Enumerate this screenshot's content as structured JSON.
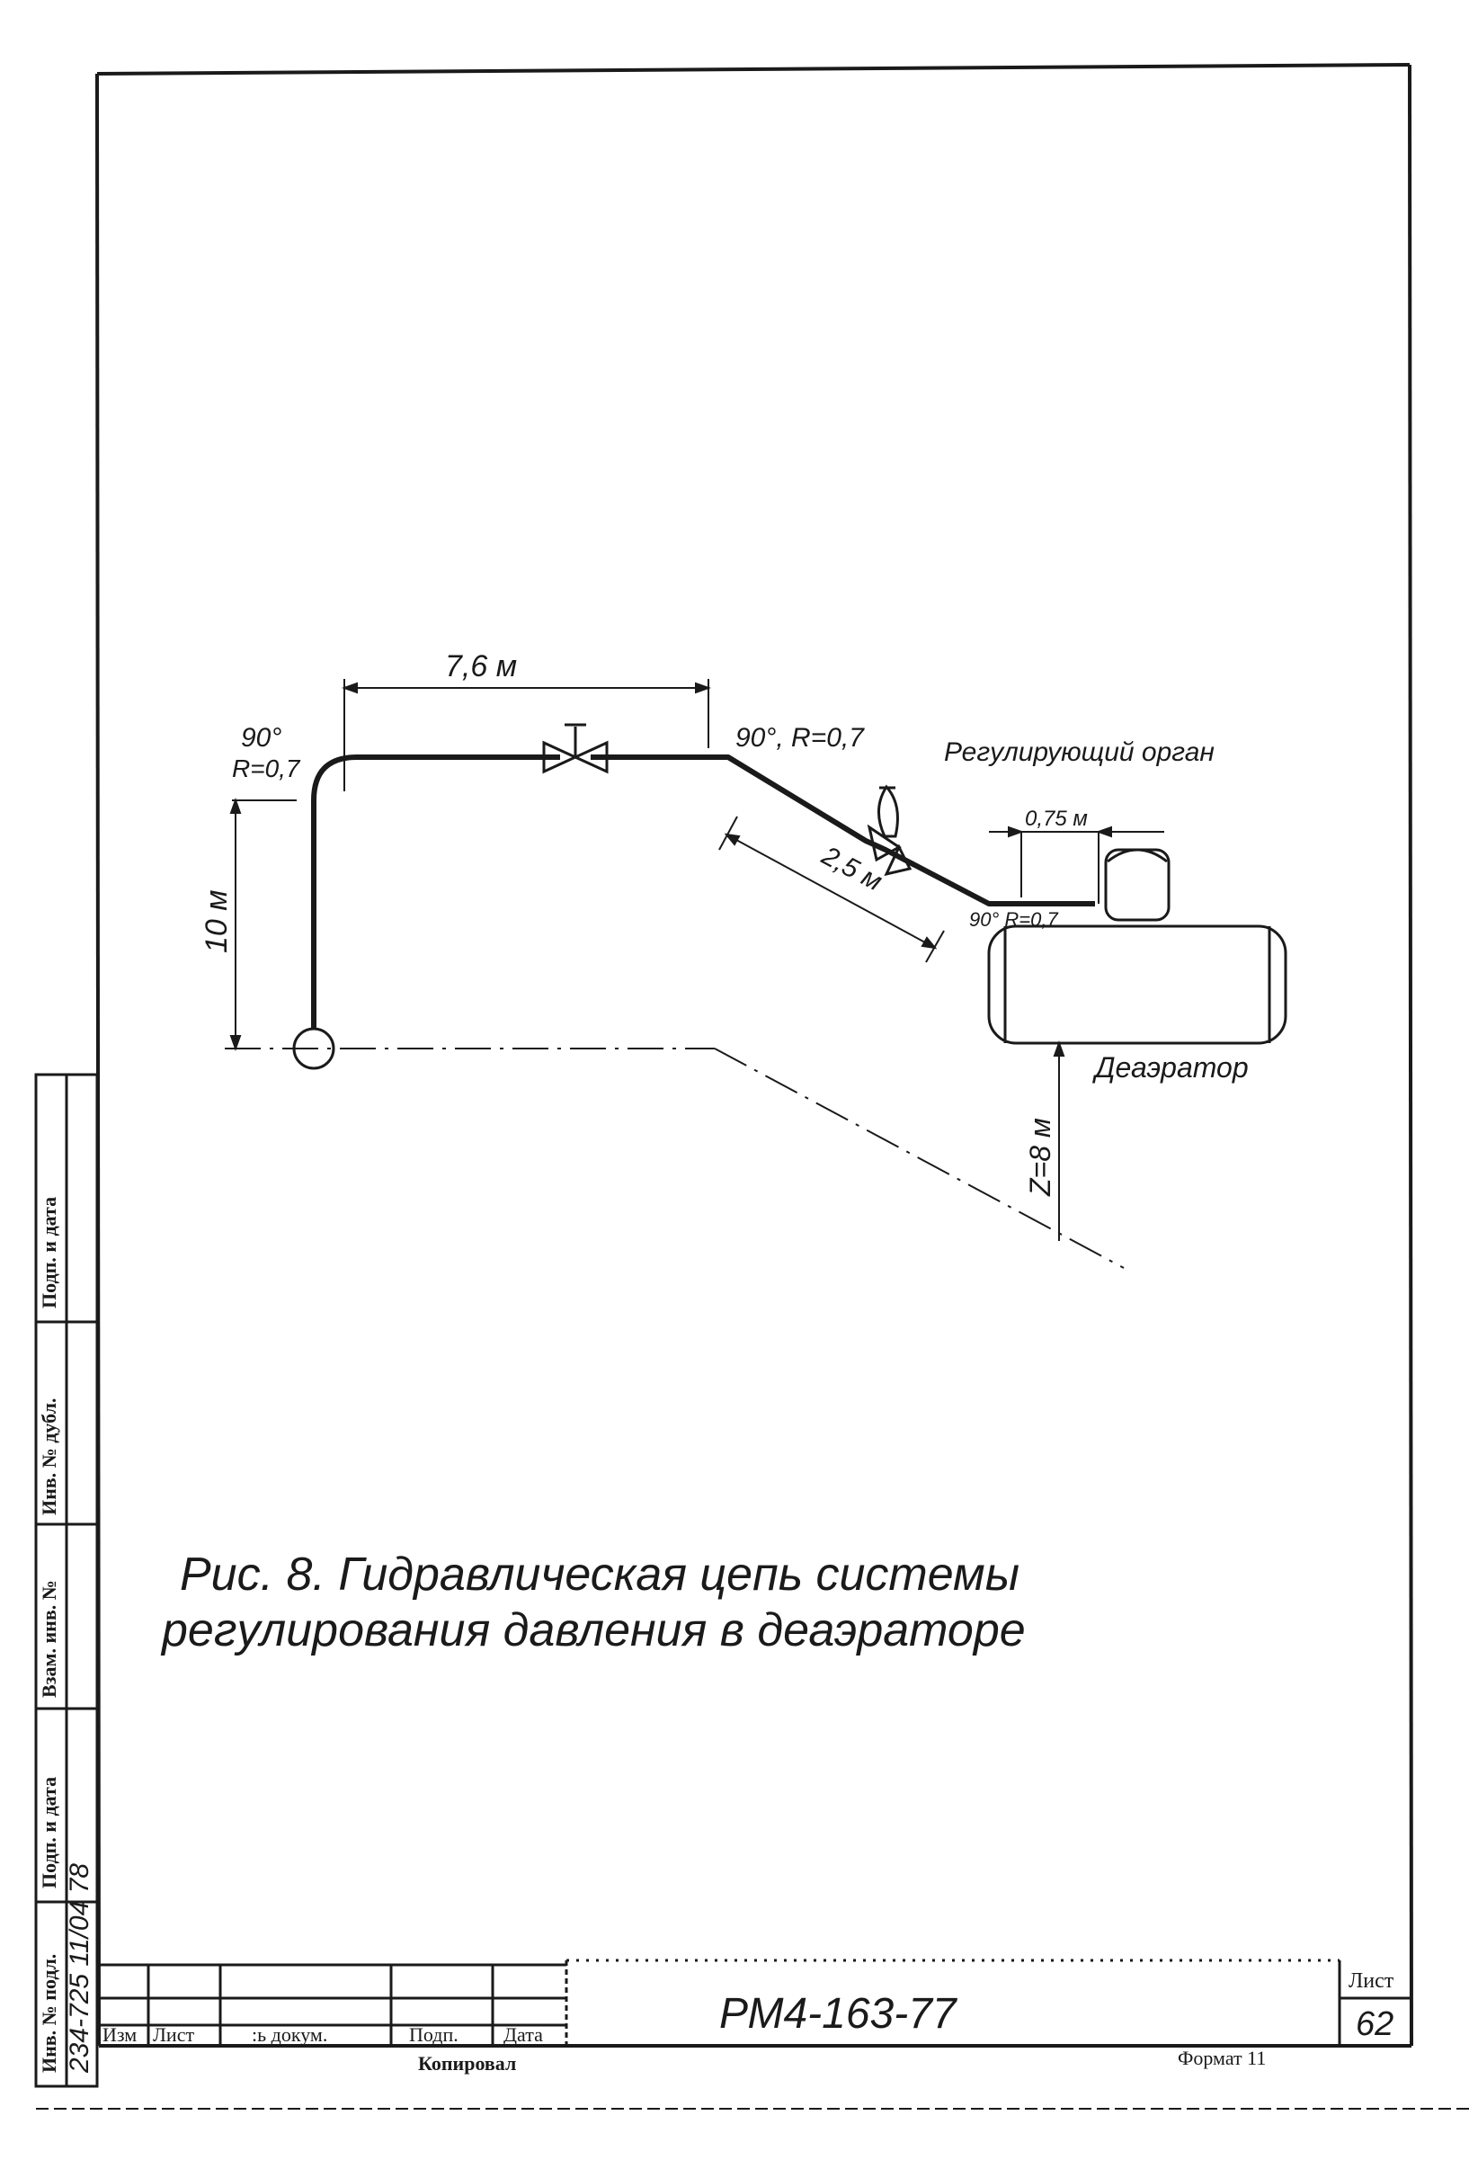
{
  "figure": {
    "caption_line1": "Рис. 8. Гидравлическая цепь системы",
    "caption_line2": "регулирования давления в деаэраторе",
    "labels": {
      "bend_left_angle": "90°",
      "bend_left_radius": "R=0,7",
      "dim_horizontal": "7,6 м",
      "bend_right": "90°, R=0,7",
      "regulator": "Регулирующий орган",
      "dim_inclined": "2,5 м",
      "dim_vertical": "10 м",
      "dim_deaerator_offset": "0,75 м",
      "bend_deaerator": "90° R=0,7",
      "deaerator": "Деаэратор",
      "dim_z": "Z=8 м"
    }
  },
  "side_stamp": {
    "cells": [
      "Инв. № подл.",
      "Подп. и дата",
      "Взам. инв. №",
      "Инв. № дубл.",
      "Подп. и дата"
    ],
    "handwritten": "234-725 11/04 78"
  },
  "title_block": {
    "col_headers": [
      "Изм",
      "Лист",
      ":ь докум.",
      "Подп.",
      "Дата"
    ],
    "document_code": "РМ4-163-77",
    "sheet_label": "Лист",
    "sheet_number": "62",
    "copied": "Копировал",
    "format": "Формат 11"
  }
}
